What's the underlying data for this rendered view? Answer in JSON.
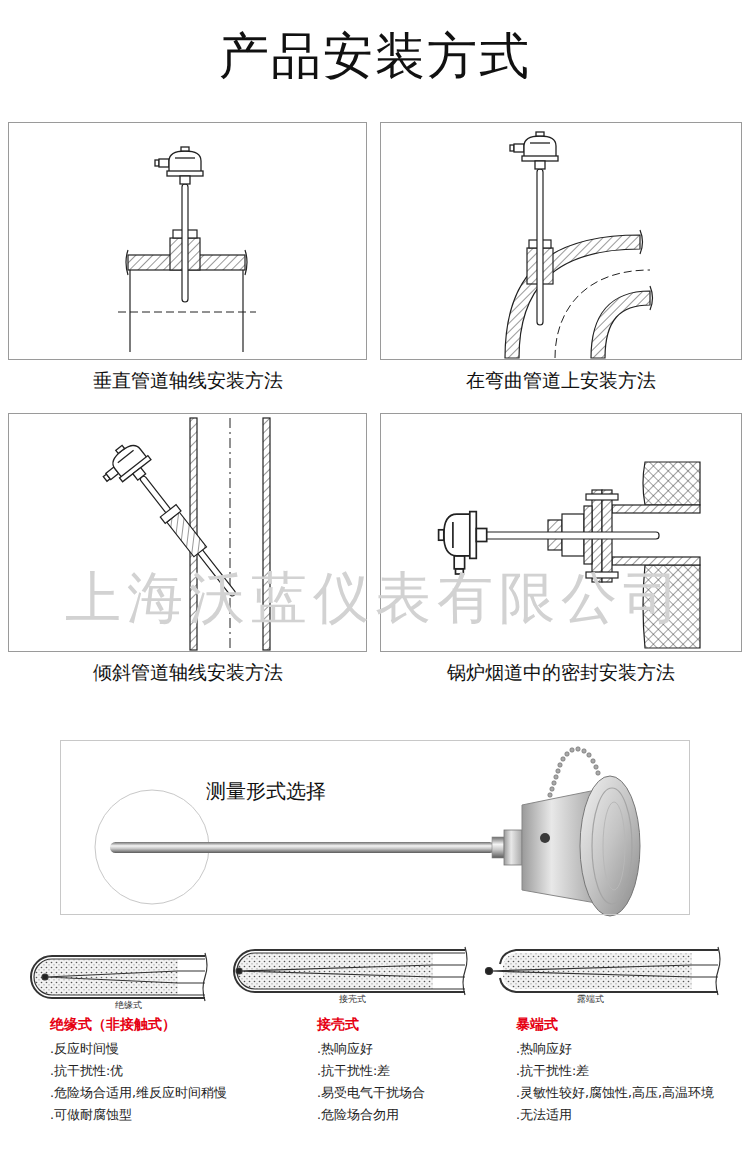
{
  "diagram": {
    "title": "产品安装方式",
    "nodes": [
      {
        "text": [
          "垂直管道轴线安装方法"
        ]
      },
      {
        "text": [
          "在弯曲管道上安装方法"
        ]
      },
      {
        "text": [
          "倾斜管道轴线安装方法"
        ]
      },
      {
        "text": [
          "锅炉烟道中的密封安装方法"
        ]
      },
      {
        "text": [
          "测量形式选择"
        ]
      }
    ],
    "labels": [
      "上海沃蓝仪表有限公司",
      "绝缘式",
      "接壳式",
      "露端式",
      "绝缘式（非接触式）",
      ".反应时间慢",
      ".抗干扰性:优",
      ".危险场合适用,维反应时间稍慢",
      ".可做耐腐蚀型",
      "接壳式",
      ".热响应好",
      ".抗干扰性:差",
      ".易受电气干扰场合",
      ".危险场合勿用",
      "暴端式",
      ".热响应好",
      ".抗干扰性:差",
      ".灵敏性较好,腐蚀性,高压,高温环境",
      ".无法适用"
    ]
  }
}
